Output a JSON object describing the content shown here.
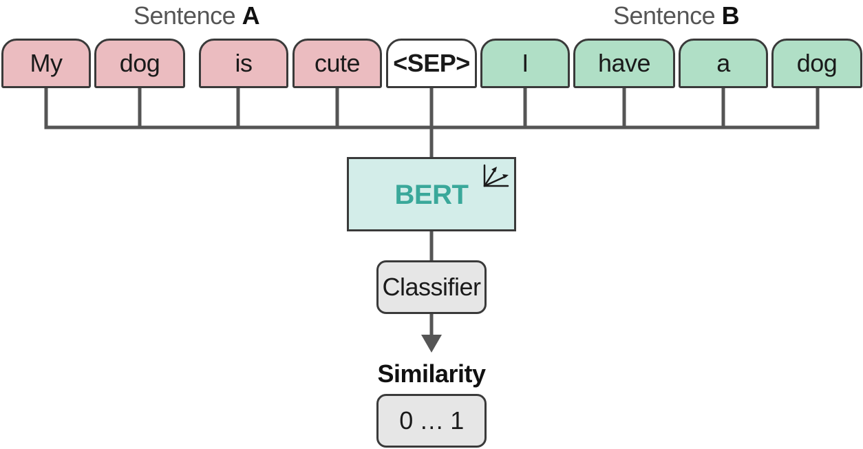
{
  "sentence_a": {
    "prefix": "Sentence ",
    "letter": "A"
  },
  "sentence_b": {
    "prefix": "Sentence ",
    "letter": "B"
  },
  "tokens": [
    {
      "text": "My",
      "group": "a"
    },
    {
      "text": "dog",
      "group": "a"
    },
    {
      "text": "is",
      "group": "a"
    },
    {
      "text": "cute",
      "group": "a"
    },
    {
      "text": "<SEP>",
      "group": "sep"
    },
    {
      "text": "I",
      "group": "b"
    },
    {
      "text": "have",
      "group": "b"
    },
    {
      "text": "a",
      "group": "b"
    },
    {
      "text": "dog",
      "group": "b"
    }
  ],
  "model": {
    "label": "BERT",
    "icon": "trainable-vectors-icon"
  },
  "classifier": {
    "label": "Classifier"
  },
  "output": {
    "label": "Similarity",
    "range": "0 … 1"
  },
  "colors": {
    "sentence_a": "#ebbcc0",
    "separator": "#ffffff",
    "sentence_b": "#b0dfc6",
    "model_fill": "#d3ede9",
    "model_text": "#3aa89a",
    "neutral_box": "#e6e6e6",
    "connector": "#555555"
  }
}
